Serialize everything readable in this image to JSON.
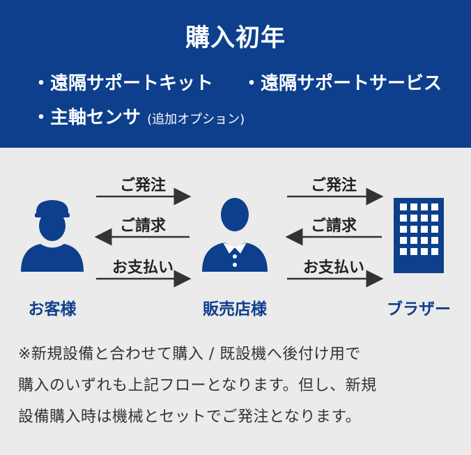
{
  "header": {
    "title": "購入初年",
    "items": [
      "・遠隔サポートキット",
      "・遠隔サポートサービス",
      "・主軸センサ"
    ],
    "items_note": "(追加オプション)"
  },
  "flow": {
    "left_arrows": [
      "ご発注",
      "ご請求",
      "お支払い"
    ],
    "right_arrows": [
      "ご発注",
      "ご請求",
      "お支払い"
    ],
    "parties": [
      "お客様",
      "販売店様",
      "ブラザー"
    ]
  },
  "note": {
    "lines": [
      "※新規設備と合わせて購入 / 既設機へ後付け用で",
      "購入のいずれも上記フローとなります。但し、新規",
      "設備購入時は機械とセットでご発注となります。"
    ]
  },
  "colors": {
    "brand": "#0d3f8c",
    "background": "#ebebeb",
    "text": "#222222"
  },
  "icons": [
    "customer-icon",
    "dealer-icon",
    "building-icon"
  ]
}
